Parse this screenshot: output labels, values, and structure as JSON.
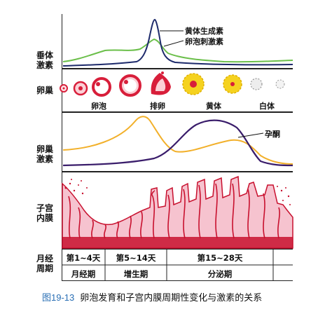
{
  "row_labels": {
    "hormone_pituitary": "垂体\n激素",
    "ovary": "卵巢",
    "hormone_ovary": "卵巢\n激素",
    "endometrium": "子宫\n内膜",
    "menstrual_cycle": "月经\n周期"
  },
  "pituitary_legend": {
    "lh": "黄体生成素",
    "fsh": "卵泡刺激素"
  },
  "ovary_stages": {
    "follicle": "卵泡",
    "ovulation": "排卵",
    "corpus_luteum": "黄体",
    "corpus_albicans": "白体"
  },
  "ovary_hormone_legend": {
    "progesterone": "孕酮"
  },
  "cycle_days": [
    "第1~4天",
    "第5~14天",
    "第15~28天"
  ],
  "cycle_phases": [
    "月经期",
    "增生期",
    "分泌期"
  ],
  "caption": {
    "number": "图19-13",
    "title": "卵泡发育和子宫内膜周期性变化与激素的关系"
  },
  "colors": {
    "lh_line": "#1d2a6b",
    "fsh_line": "#6bbf4a",
    "progesterone_line": "#3a1d6b",
    "estrogen_line": "#f2b02a",
    "endometrium_red": "#c8102e",
    "endometrium_pink": "#f6c3cf",
    "follicle_red": "#d81e3a",
    "luteum_yellow": "#f5d21f",
    "caption_blue": "#2a6fb5"
  }
}
